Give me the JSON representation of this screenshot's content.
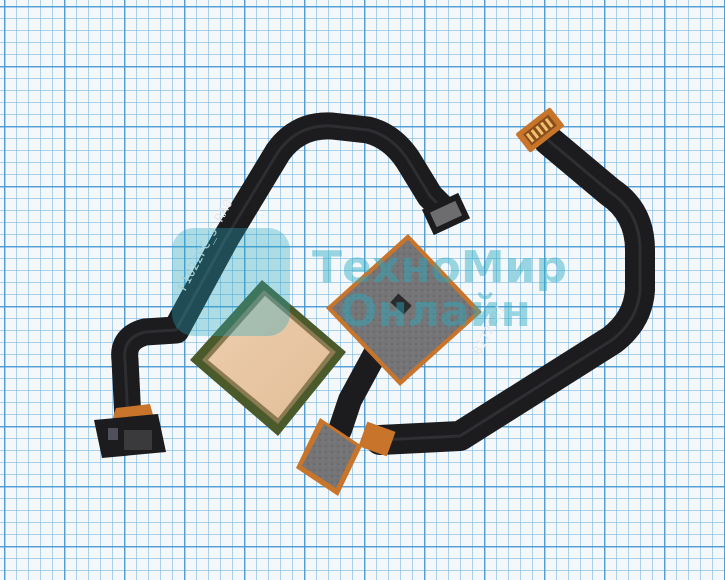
{
  "image": {
    "subject": "fingerprint-sensor-flex-cable",
    "background": "blue-grid-paper"
  },
  "labels": {
    "cable_marking": "F1022FC_J RA0",
    "batch_marking": "B172101"
  },
  "watermark": {
    "line1": "ТехноМир",
    "line2": "Онлайн"
  },
  "colors": {
    "grid_major": "#4696d2",
    "grid_minor": "#6eafe1",
    "flex_black": "#1c1c1e",
    "sensor_gold": "#e9c8a6",
    "copper": "#c8742a",
    "shield_gray": "#6f6f72",
    "watermark": "#28aabe"
  }
}
